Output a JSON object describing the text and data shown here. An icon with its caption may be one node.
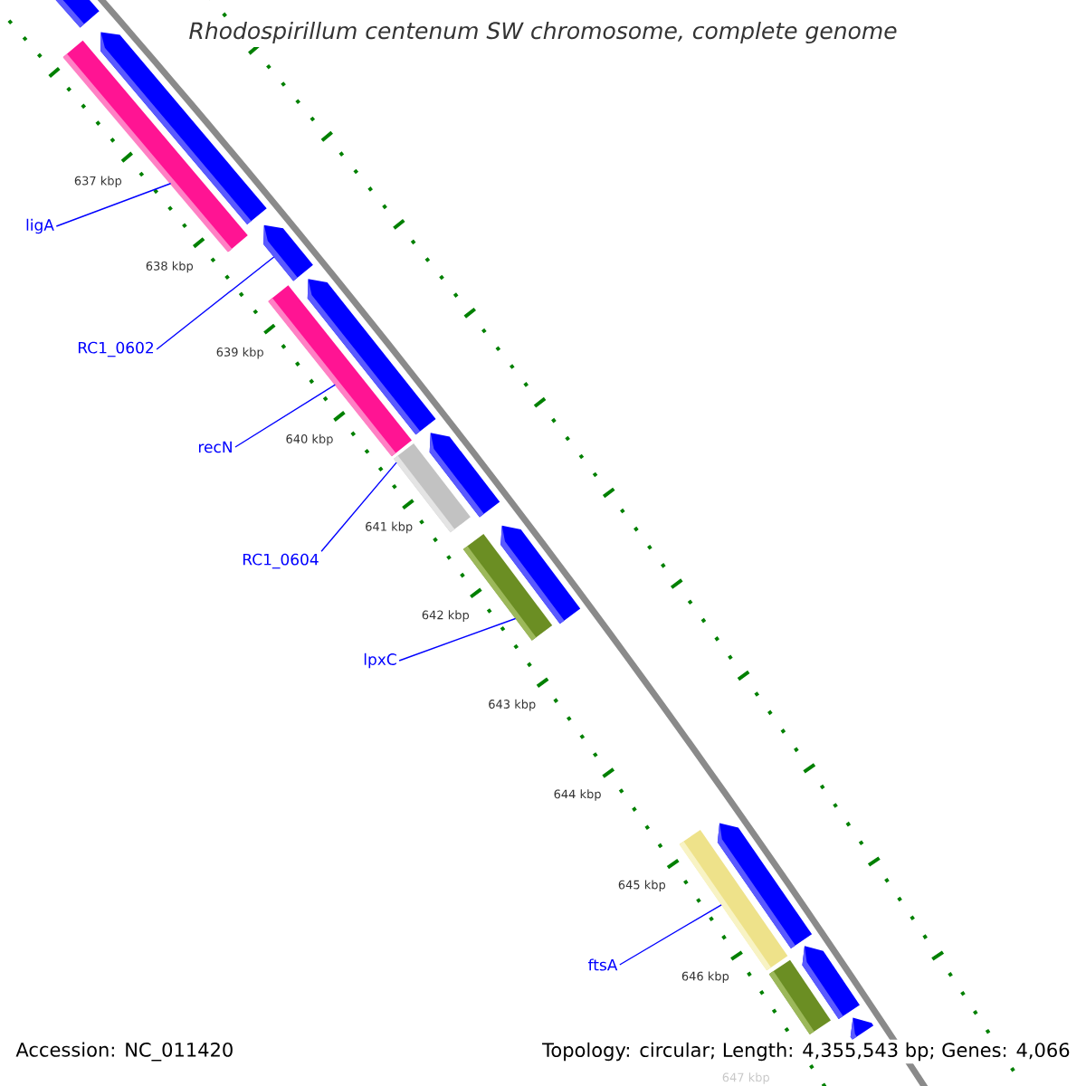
{
  "diagram": {
    "title": "Rhodospirillum centenum SW chromosome, complete genome",
    "nodes": [
      {
        "text": [],
        "shape": "arrow"
      },
      {
        "text": [],
        "shape": "bar"
      },
      {
        "text": [],
        "shape": "arrow"
      },
      {
        "text": [],
        "shape": "arrow"
      },
      {
        "text": [],
        "shape": "bar"
      },
      {
        "text": [],
        "shape": "arrow"
      },
      {
        "text": [],
        "shape": "bar"
      },
      {
        "text": [],
        "shape": "arrow"
      },
      {
        "text": [],
        "shape": "bar"
      },
      {
        "text": [],
        "shape": "arrow"
      },
      {
        "text": [],
        "shape": "bar"
      },
      {
        "text": [],
        "shape": "arrow"
      },
      {
        "text": [],
        "shape": "bar"
      },
      {
        "text": [],
        "shape": "arrow"
      },
      {
        "text": [],
        "shape": "arrow"
      },
      {
        "text": [
          "ligA"
        ]
      },
      {
        "text": [
          "RC1_0602"
        ]
      },
      {
        "text": [
          "recN"
        ]
      },
      {
        "text": [
          "RC1_0604"
        ]
      },
      {
        "text": [
          "lpxC"
        ]
      },
      {
        "text": [
          "ftsA"
        ]
      }
    ],
    "edges": [
      {
        "from": 15,
        "to": 1,
        "arrow": "none"
      },
      {
        "from": 16,
        "to": 3,
        "arrow": "none"
      },
      {
        "from": 17,
        "to": 4,
        "arrow": "none"
      },
      {
        "from": 18,
        "to": 6,
        "arrow": "none"
      },
      {
        "from": 19,
        "to": 8,
        "arrow": "none"
      },
      {
        "from": 20,
        "to": 10,
        "arrow": "none"
      }
    ],
    "labels": [
      "637 kbp",
      "638 kbp",
      "639 kbp",
      "640 kbp",
      "641 kbp",
      "642 kbp",
      "643 kbp",
      "644 kbp",
      "645 kbp",
      "646 kbp",
      "647 kbp",
      "Accession: NC_011420",
      "Topology: circular; Length: 4,355,543 bp; Genes: 4,066"
    ]
  }
}
